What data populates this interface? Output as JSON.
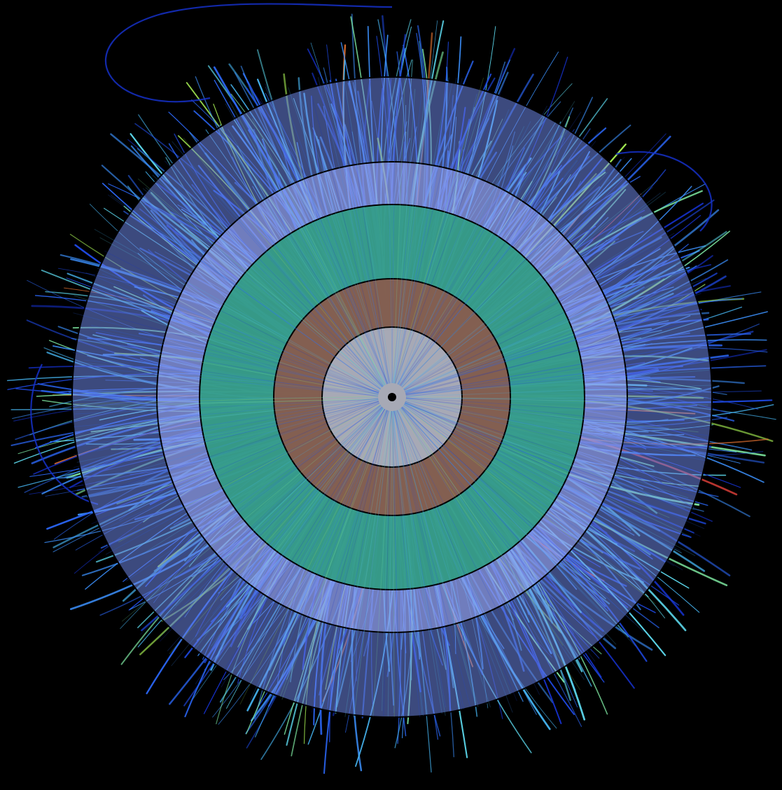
{
  "scene": {
    "background_color": "#000000",
    "track_palette": [
      "#1530c8",
      "#1e48e0",
      "#2a64f0",
      "#3a8cf5",
      "#46b4f0",
      "#5ad2e6",
      "#7de6a0",
      "#a0e650",
      "#e07030",
      "#e0403a"
    ],
    "rings": [
      {
        "name": "outer-calorimeter-ring",
        "color": "#6e87e6",
        "opacity": 0.55
      },
      {
        "name": "middle-lavender-ring",
        "color": "#9ba8f0",
        "opacity": 0.55
      },
      {
        "name": "green-ring",
        "color": "#2b9e7e",
        "opacity": 0.85
      },
      {
        "name": "brown-ring",
        "color": "#8a5a4c",
        "opacity": 0.92
      },
      {
        "name": "inner-gray-disc",
        "color": "#aab0be",
        "opacity": 0.92
      }
    ],
    "center_marker_color": "#000000",
    "ring_stroke_color": "#000000"
  }
}
